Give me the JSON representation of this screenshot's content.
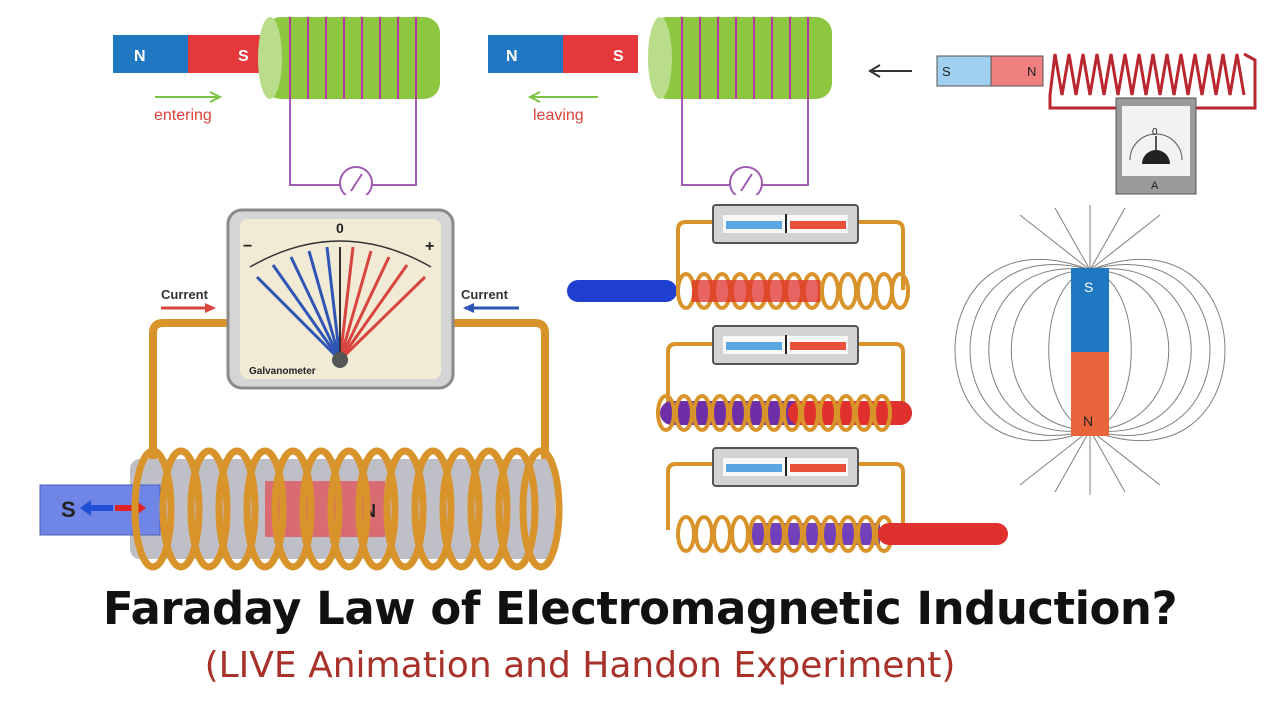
{
  "title": "Faraday Law of Electromagnetic Induction?",
  "subtitle": "(LIVE Animation and Handon Experiment)",
  "panels": {
    "entering": {
      "magnet_north": "N",
      "magnet_south": "S",
      "motion_label": "entering"
    },
    "leaving": {
      "magnet_north": "N",
      "magnet_south": "S",
      "motion_label": "leaving"
    },
    "ammeter_setup": {
      "magnet_south": "S",
      "magnet_north": "N",
      "meter_zero": "0",
      "meter_unit": "A"
    },
    "galvanometer": {
      "scale_zero": "0",
      "scale_minus": "−",
      "scale_plus": "+",
      "meter_label": "Galvanometer",
      "current_left": "Current",
      "current_right": "Current",
      "magnet_south": "S",
      "magnet_north": "N"
    },
    "field_lines": {
      "magnet_south": "S",
      "magnet_north": "N"
    }
  },
  "colors": {
    "north_pole": "#e4383a",
    "south_pole": "#1f78c1",
    "coil_green": "#8dc63f",
    "wire_purple": "#a05cb0",
    "copper": "#e0a33a",
    "title": "#111111",
    "subtitle": "#a8322a"
  }
}
